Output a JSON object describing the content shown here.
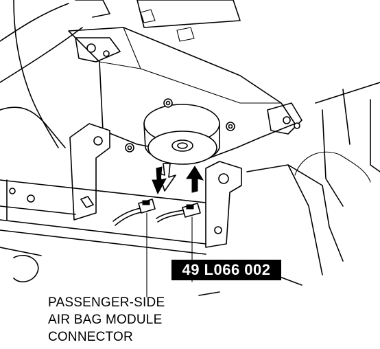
{
  "diagram": {
    "tool_number": "49 L066 002",
    "callout_lines": [
      "PASSENGER-SIDE",
      "AIR BAG MODULE",
      "CONNECTOR"
    ]
  },
  "colors": {
    "line": "#000000",
    "background": "#ffffff",
    "label_fill": "#000000",
    "label_text": "#ffffff"
  }
}
